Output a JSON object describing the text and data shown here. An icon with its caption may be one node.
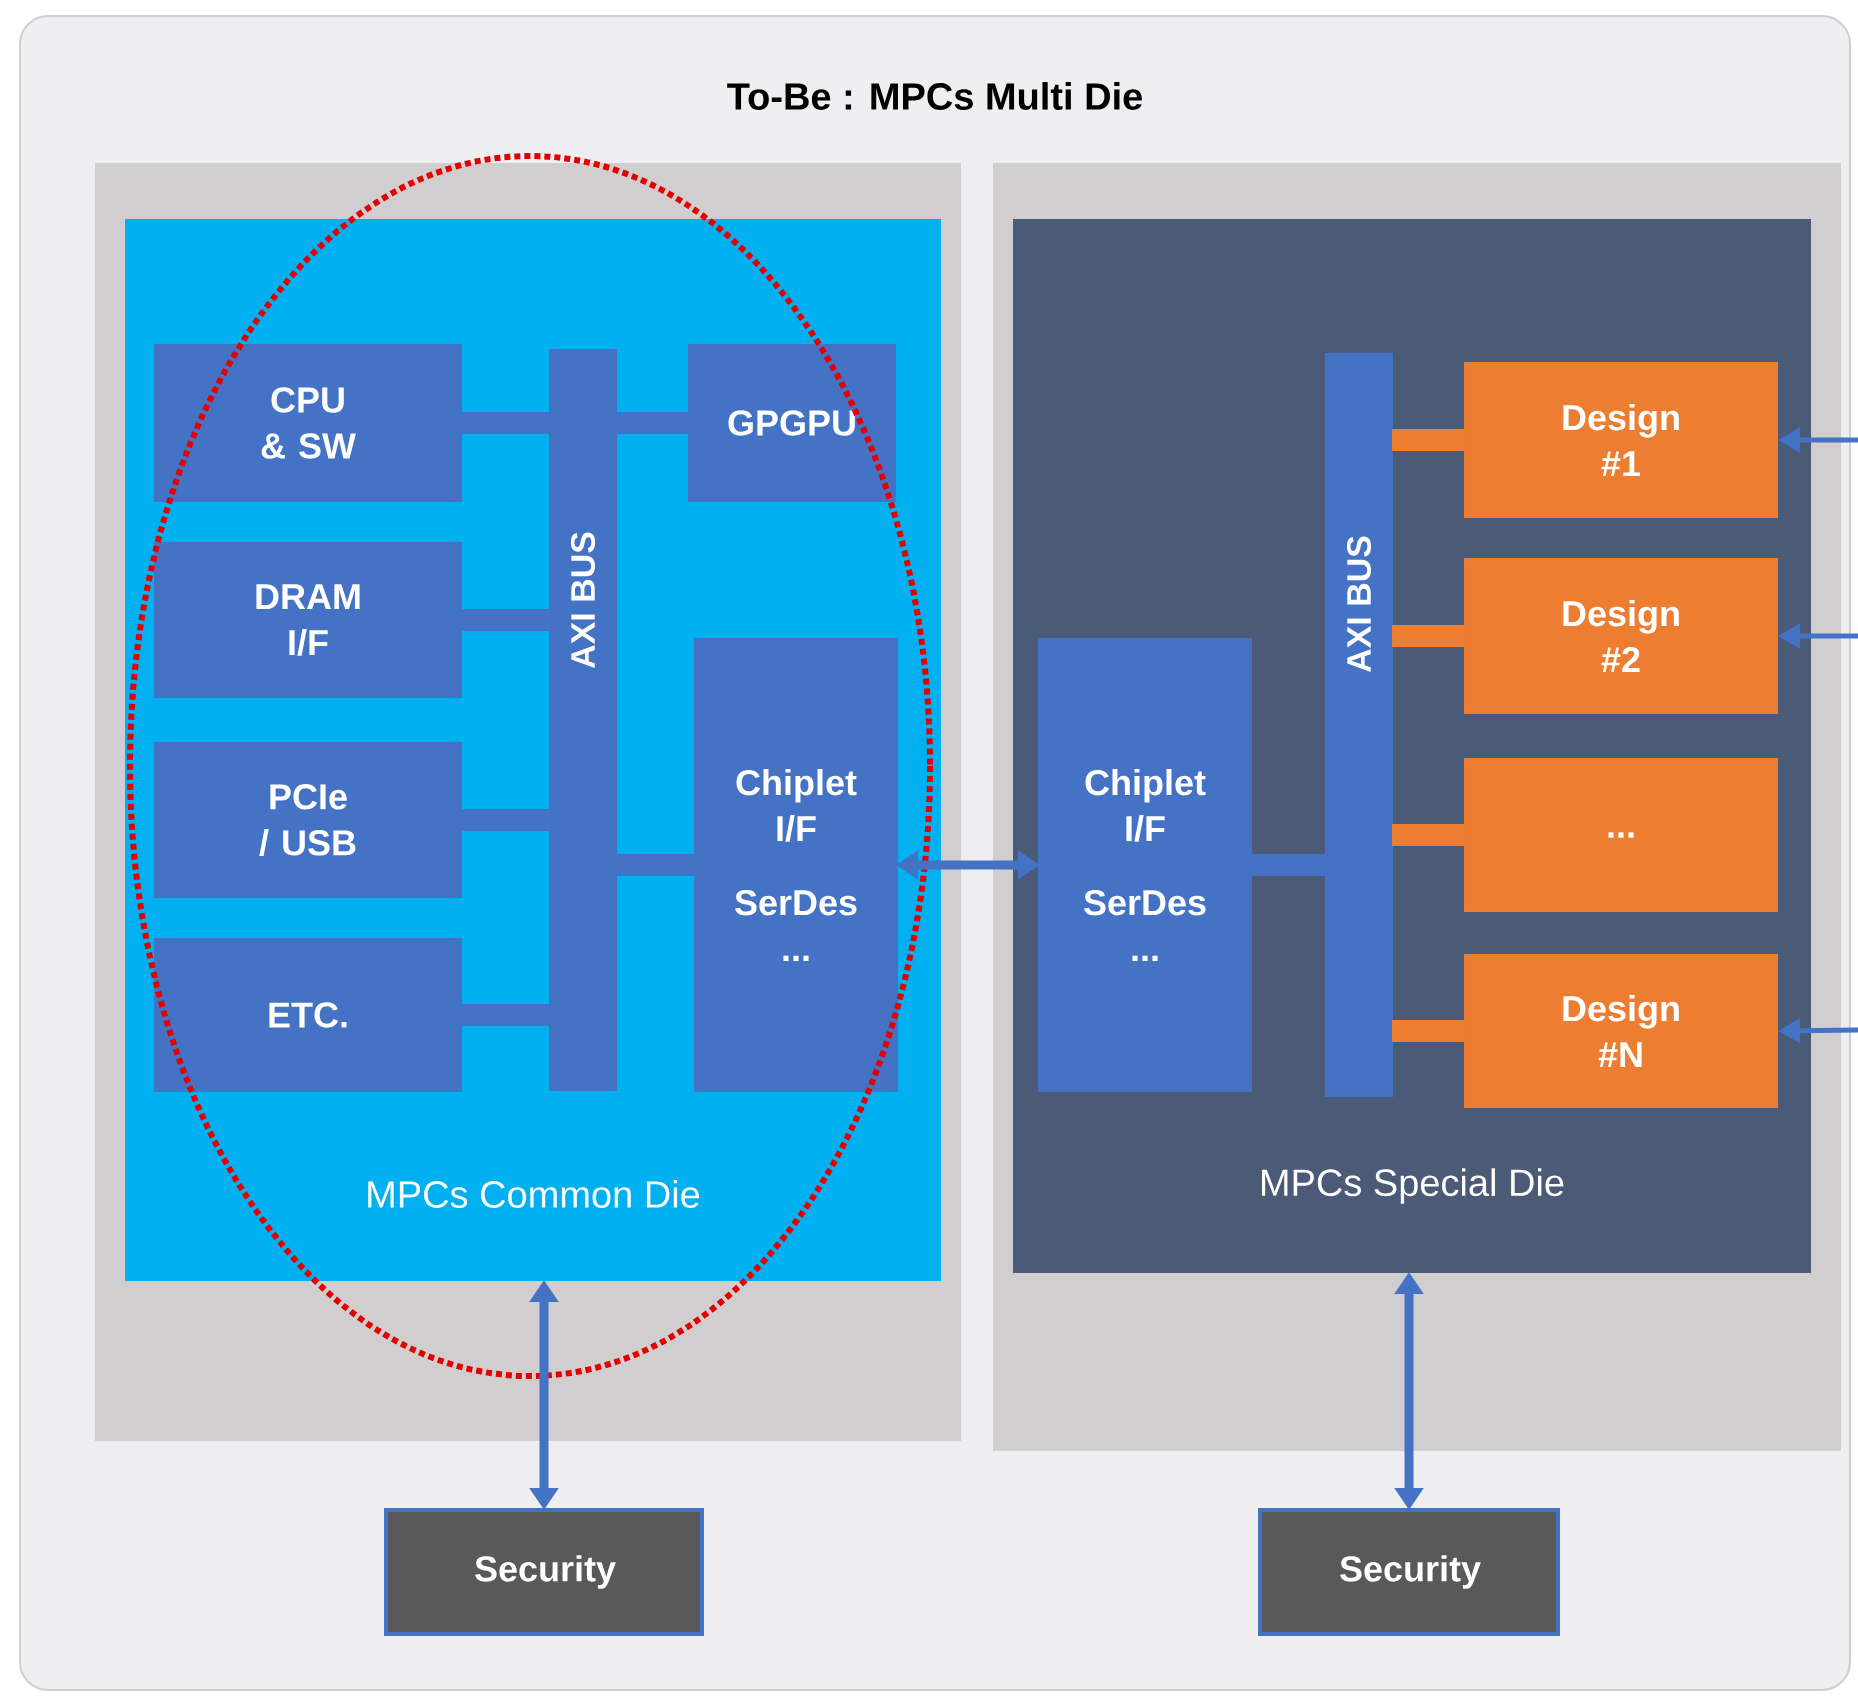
{
  "diagram": {
    "nodes": [
      {
        "text": [
          "To-Be : MPCs Multi Die"
        ]
      },
      {
        "text": [],
        "shape": "box",
        "in": 0
      },
      {
        "text": [
          "MPCs Common Die"
        ],
        "in": 1
      },
      {
        "text": [
          "CPU & SW"
        ],
        "in": 2
      },
      {
        "text": [
          "DRAM I/F"
        ],
        "in": 2
      },
      {
        "text": [
          "PCIe / USB"
        ],
        "in": 2
      },
      {
        "text": [
          "ETC."
        ],
        "in": 2
      },
      {
        "text": [
          "AXI BUS"
        ],
        "in": 2
      },
      {
        "text": [
          "GPGPU"
        ],
        "in": 2
      },
      {
        "text": [
          "Chiplet I/F",
          "SerDes ..."
        ],
        "in": 2
      },
      {
        "text": [],
        "shape": "box",
        "in": 0
      },
      {
        "text": [
          "MPCs Special Die"
        ],
        "in": 10
      },
      {
        "text": [
          "Chiplet I/F",
          "SerDes ..."
        ],
        "in": 11
      },
      {
        "text": [
          "AXI BUS"
        ],
        "in": 11
      },
      {
        "text": [
          "Design #1"
        ],
        "in": 11
      },
      {
        "text": [
          "Design #2"
        ],
        "in": 11
      },
      {
        "text": [
          "..."
        ],
        "in": 11
      },
      {
        "text": [
          "Design #N"
        ],
        "in": 11
      },
      {
        "text": [
          "Security"
        ],
        "in": 0
      },
      {
        "text": [
          "Security"
        ],
        "in": 0
      }
    ],
    "edges": [
      {
        "from": 3,
        "to": 7,
        "arrow": "none"
      },
      {
        "from": 4,
        "to": 7,
        "arrow": "none"
      },
      {
        "from": 5,
        "to": 7,
        "arrow": "none"
      },
      {
        "from": 6,
        "to": 7,
        "arrow": "none"
      },
      {
        "from": 8,
        "to": 7,
        "arrow": "none"
      },
      {
        "from": 9,
        "to": 7,
        "arrow": "none"
      },
      {
        "from": 9,
        "to": 12,
        "arrow": "both"
      },
      {
        "from": 12,
        "to": 13,
        "arrow": "none"
      },
      {
        "from": 13,
        "to": 14,
        "arrow": "none",
        "color": "#ed7d31"
      },
      {
        "from": 13,
        "to": 15,
        "arrow": "none",
        "color": "#ed7d31"
      },
      {
        "from": 13,
        "to": 16,
        "arrow": "none",
        "color": "#ed7d31"
      },
      {
        "from": 13,
        "to": 17,
        "arrow": "none",
        "color": "#ed7d31"
      },
      {
        "from": null,
        "to": 14,
        "arrow": "to"
      },
      {
        "from": null,
        "to": 15,
        "arrow": "to"
      },
      {
        "from": null,
        "to": 17,
        "arrow": "to"
      },
      {
        "from": 18,
        "to": 2,
        "arrow": "both"
      },
      {
        "from": 19,
        "to": 11,
        "arrow": "both"
      }
    ]
  }
}
